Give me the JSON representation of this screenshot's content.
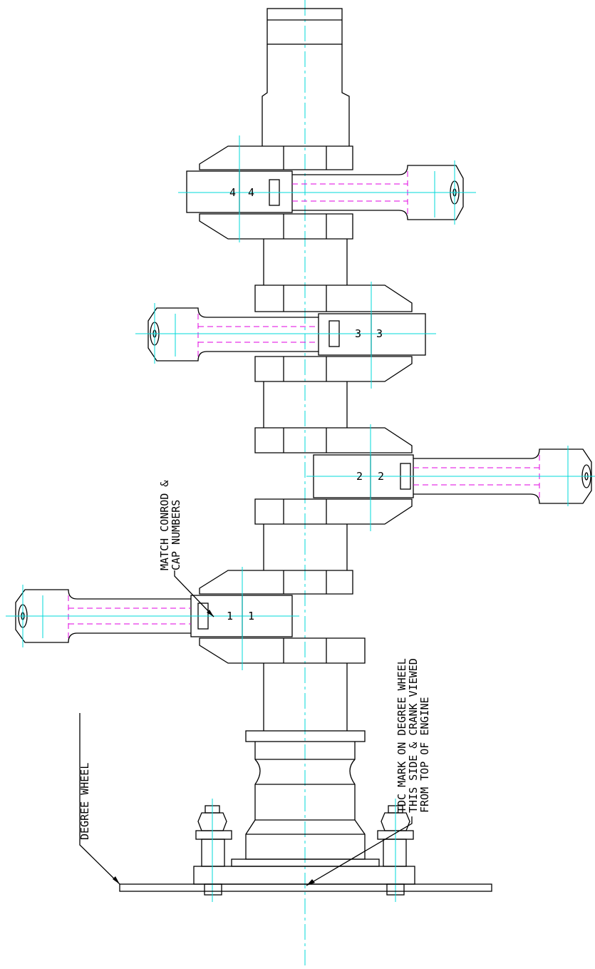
{
  "labels": {
    "degree_wheel": "DEGREE WHEEL",
    "tdc_line1": "TDC MARK ON DEGREE WHEEL",
    "tdc_line2": "THIS SIDE & CRANK VIEWED",
    "tdc_line3": "FROM TOP OF ENGINE",
    "match_line1": "MATCH CONROD &",
    "match_line2": "CAP NUMBERS"
  },
  "cylinders": [
    {
      "rod": "1",
      "cap": "1"
    },
    {
      "rod": "2",
      "cap": "2"
    },
    {
      "rod": "3",
      "cap": "3"
    },
    {
      "rod": "4",
      "cap": "4"
    }
  ],
  "colors": {
    "outline": "#000000",
    "centerline": "#00d8d8",
    "hidden_line": "#e000e0"
  }
}
